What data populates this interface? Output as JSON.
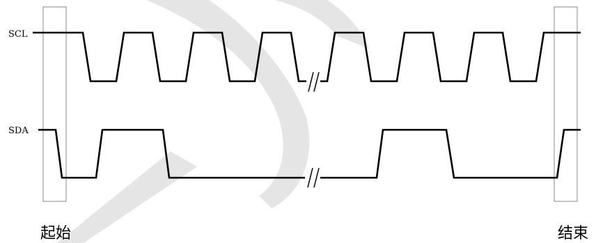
{
  "signals": [
    {
      "id": "scl",
      "label": "SCL"
    },
    {
      "id": "sda",
      "label": "SDA"
    }
  ],
  "markers": {
    "start": "起始",
    "end": "结束"
  }
}
